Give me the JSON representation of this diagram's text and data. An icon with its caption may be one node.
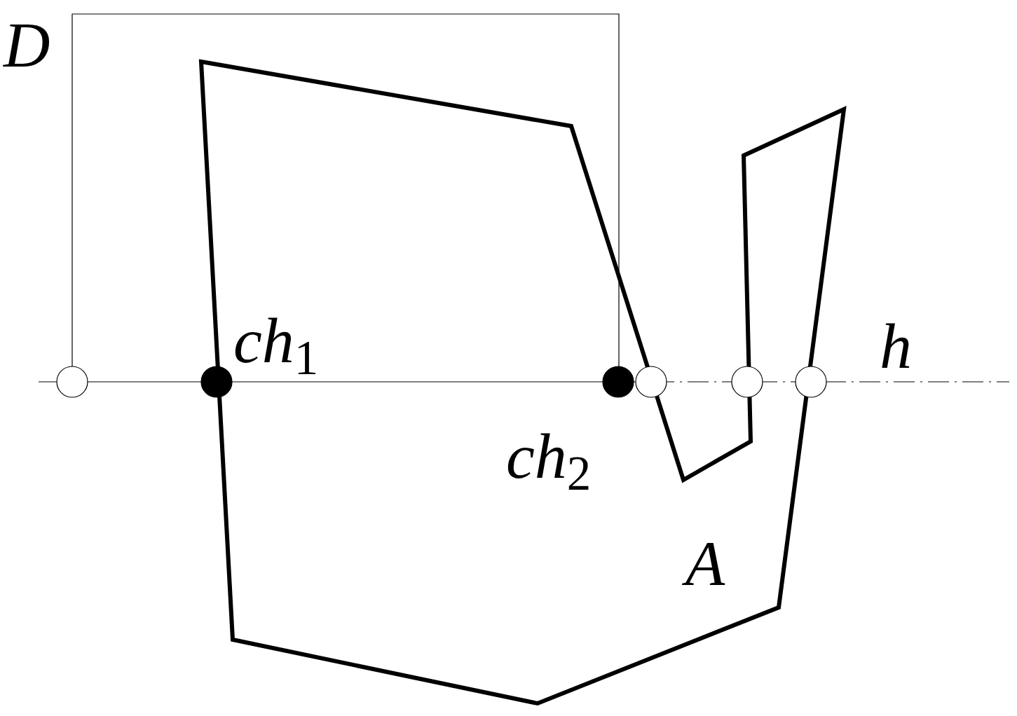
{
  "diagram": {
    "labels": [
      "D",
      "*ch*$_{1}$",
      "*ch*$_{2}$",
      "h",
      "A"
    ]
  }
}
